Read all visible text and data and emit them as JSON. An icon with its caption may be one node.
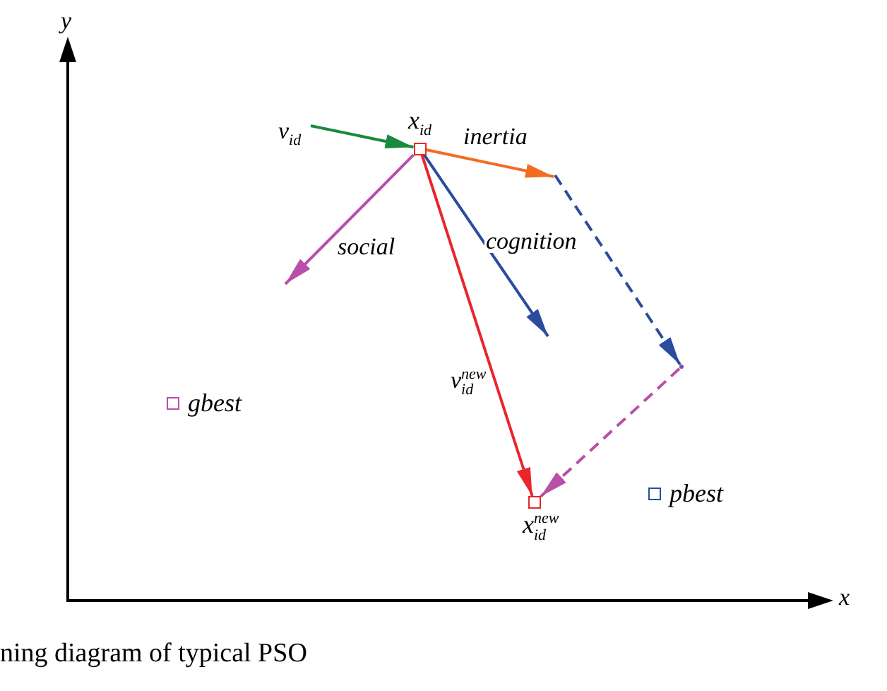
{
  "diagram": {
    "caption": "ning diagram of typical PSO",
    "nodes": [
      {
        "text": [
          "x$_{id}$"
        ]
      },
      {
        "text": [
          "x$^{new}$$_{id}$"
        ]
      },
      {
        "text": [
          "gbest"
        ]
      },
      {
        "text": [
          "pbest"
        ]
      },
      {
        "text": [],
        "shape": "point"
      }
    ],
    "edges": [
      {
        "from": null,
        "to": 0,
        "arrow": "to",
        "label": "v$_{id}$",
        "color": "#1a8a3c"
      },
      {
        "from": 0,
        "to": null,
        "arrow": "to",
        "label": "inertia",
        "color": "#f26d21"
      },
      {
        "from": 0,
        "to": null,
        "arrow": "to",
        "label": "social",
        "color": "#b84fa8"
      },
      {
        "from": 0,
        "to": null,
        "arrow": "to",
        "label": "cognition",
        "color": "#2b4c9e"
      },
      {
        "from": 0,
        "to": 1,
        "arrow": "to",
        "label": "v$^{new}$$_{id}$",
        "color": "#e8262b"
      },
      {
        "from": null,
        "to": 4,
        "arrow": "to",
        "style": "dashed",
        "color": "#2b4c9e"
      },
      {
        "from": 4,
        "to": 1,
        "arrow": "to",
        "style": "dashed",
        "color": "#b84fa8"
      }
    ],
    "labels": [
      "y",
      "x"
    ]
  }
}
